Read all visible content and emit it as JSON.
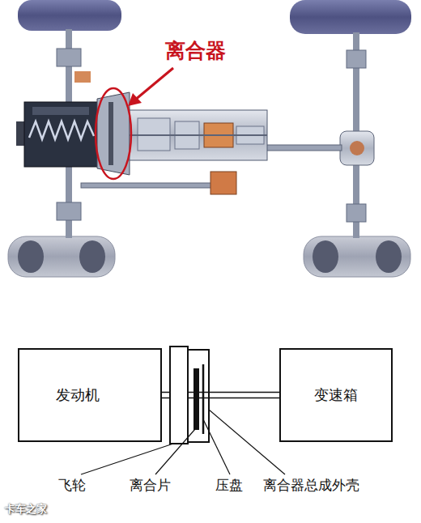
{
  "diagram": {
    "nodes": [
      {
        "text": [
          "发动机"
        ]
      },
      {
        "text": [
          "变速箱"
        ]
      }
    ],
    "edges": [
      {
        "from": 0,
        "to": 1,
        "arrow": "none"
      }
    ],
    "labels": [
      "离合器",
      "飞轮",
      "离合片",
      "压盘",
      "离合器总成外壳",
      "卡车之家"
    ]
  }
}
